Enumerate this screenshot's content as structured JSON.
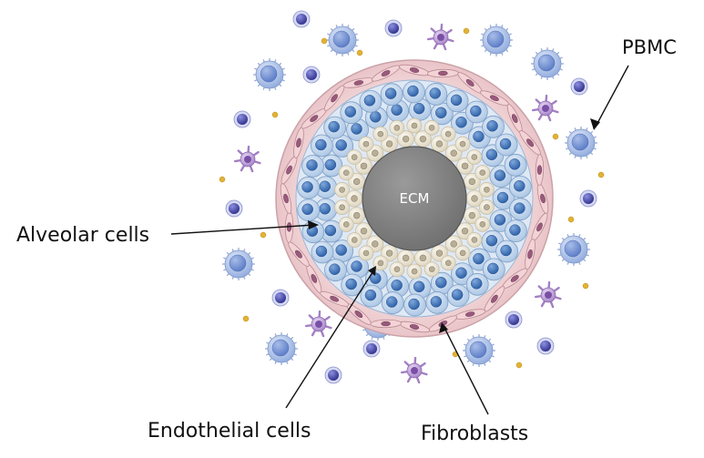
{
  "labels": {
    "pbmc": "PBMC",
    "alveolar": "Alveolar cells",
    "endothelial": "Endothelial cells",
    "fibroblasts": "Fibroblasts",
    "ecm": "ECM"
  },
  "colors": {
    "background": "#ffffff",
    "ecm_core": "#8a8a8a",
    "ecm_text": "#ffffff",
    "alveolar_cell": "#c9dcf0",
    "alveolar_nucleus": "#3f78c0",
    "endothelial_cell": "#f1ede0",
    "endothelial_nucleus": "#b8ae96",
    "fibroblast_ring": "#f6dfe0",
    "fibroblast_nucleus": "#9a5a7c",
    "pbmc_cell": "#b9cbef",
    "pbmc_small": "#4e4fae",
    "pbmc_dendritic": "#a27fc4",
    "granule": "#e3b232",
    "leader_line": "#111111"
  }
}
